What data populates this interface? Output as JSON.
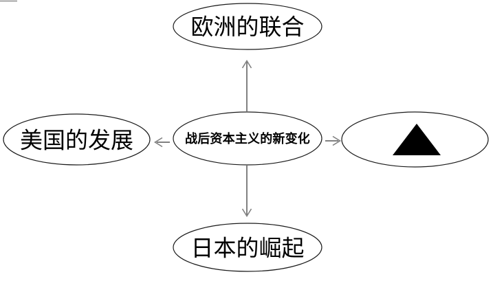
{
  "diagram": {
    "type": "concept-map",
    "background_color": "#ffffff",
    "node_stroke_color": "#1a1a1a",
    "connector_color": "#808080",
    "glyph_color": "#000000",
    "center": {
      "id": "center",
      "label": "战后资本主义的新变化",
      "shape": "ellipse"
    },
    "branches": [
      {
        "id": "top",
        "label": "欧洲的联合",
        "shape": "ellipse",
        "direction": "up"
      },
      {
        "id": "left",
        "label": "美国的发展",
        "shape": "ellipse",
        "direction": "left"
      },
      {
        "id": "bottom",
        "label": "日本的崛起",
        "shape": "ellipse",
        "direction": "down"
      },
      {
        "id": "right",
        "label": "",
        "shape": "ellipse",
        "direction": "right",
        "glyph": "filled-triangle"
      }
    ],
    "connectors": [
      {
        "id": "center-to-top",
        "from": "center",
        "to": "top",
        "arrow": "up"
      },
      {
        "id": "center-to-left",
        "from": "center",
        "to": "left",
        "arrow": "left"
      },
      {
        "id": "center-to-bottom",
        "from": "center",
        "to": "bottom",
        "arrow": "down"
      },
      {
        "id": "center-to-right",
        "from": "center",
        "to": "right",
        "arrow": "right"
      }
    ]
  }
}
